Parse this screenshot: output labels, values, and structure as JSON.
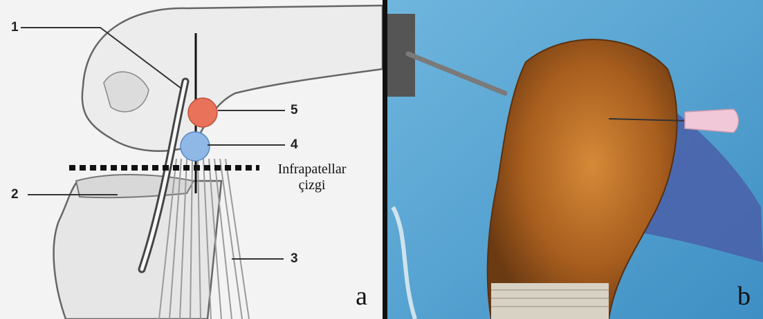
{
  "panel_a": {
    "letter": "a",
    "callouts": {
      "c1": "1",
      "c2": "2",
      "c3": "3",
      "c4": "4",
      "c5": "5"
    },
    "line_label_1": "Infrapatellar",
    "line_label_2": "çizgi",
    "colors": {
      "marker_5": "#e8735a",
      "marker_4": "#8fb8e6",
      "background": "#f3f3f3"
    }
  },
  "panel_b": {
    "letter": "b",
    "colors": {
      "drape": "#5aa9d6",
      "skin": "#b56a22",
      "needle_hub": "#f0c8d8"
    }
  }
}
